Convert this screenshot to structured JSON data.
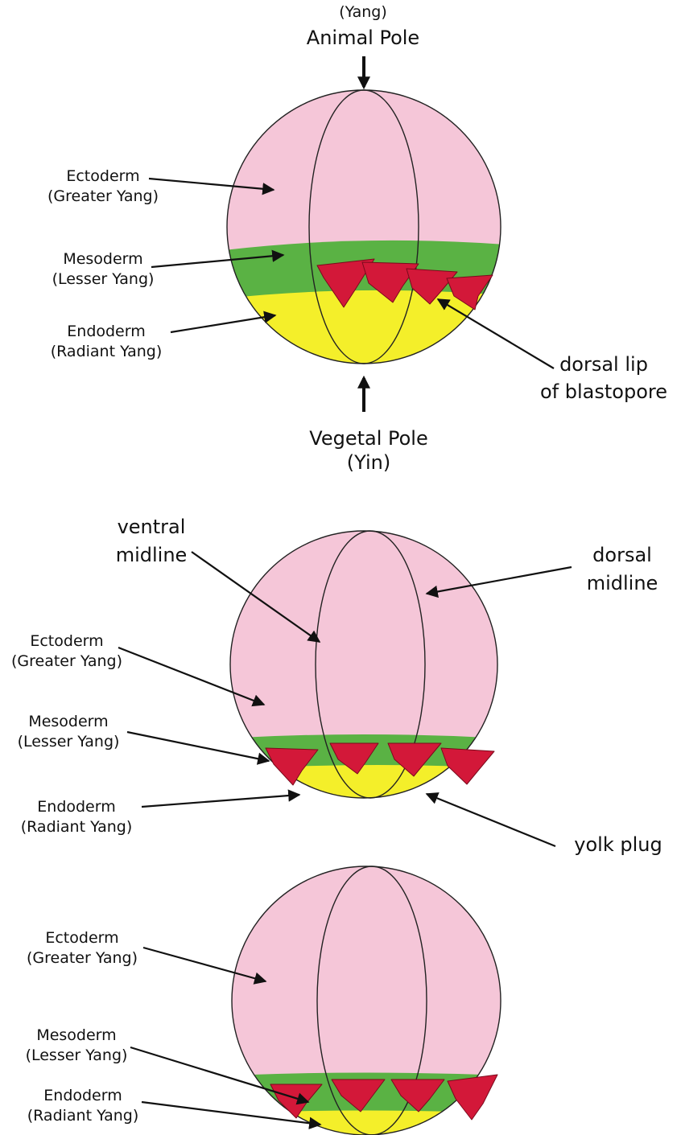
{
  "colors": {
    "ectoderm": "#f5c6d8",
    "mesoderm": "#5ab244",
    "endoderm": "#f4ef2a",
    "involution_arrow": "#d31839",
    "outline": "#222222",
    "line": "#111111"
  },
  "icons": {
    "pole_arrow": "arrow-down-icon",
    "involution": "involution-arrow-icon"
  },
  "panel1": {
    "animal_pole_yang": "(Yang)",
    "animal_pole": "Animal Pole",
    "vegetal_pole": "Vegetal Pole",
    "vegetal_pole_yin": "(Yin)",
    "ectoderm": "Ectoderm",
    "ectoderm_sub": "(Greater Yang)",
    "mesoderm": "Mesoderm",
    "mesoderm_sub": "(Lesser Yang)",
    "endoderm": "Endoderm",
    "endoderm_sub": "(Radiant Yang)",
    "dorsal_lip_1": "dorsal lip",
    "dorsal_lip_2": "of blastopore"
  },
  "panel2": {
    "ventral_1": "ventral",
    "ventral_2": "midline",
    "dorsal_1": "dorsal",
    "dorsal_2": "midline",
    "ectoderm": "Ectoderm",
    "ectoderm_sub": "(Greater Yang)",
    "mesoderm": "Mesoderm",
    "mesoderm_sub": "(Lesser Yang)",
    "endoderm": "Endoderm",
    "endoderm_sub": "(Radiant Yang)",
    "yolk_plug": "yolk plug"
  },
  "panel3": {
    "ectoderm": "Ectoderm",
    "ectoderm_sub": "(Greater Yang)",
    "mesoderm": "Mesoderm",
    "mesoderm_sub": "(Lesser Yang)",
    "endoderm": "Endoderm",
    "endoderm_sub": "(Radiant Yang)"
  }
}
